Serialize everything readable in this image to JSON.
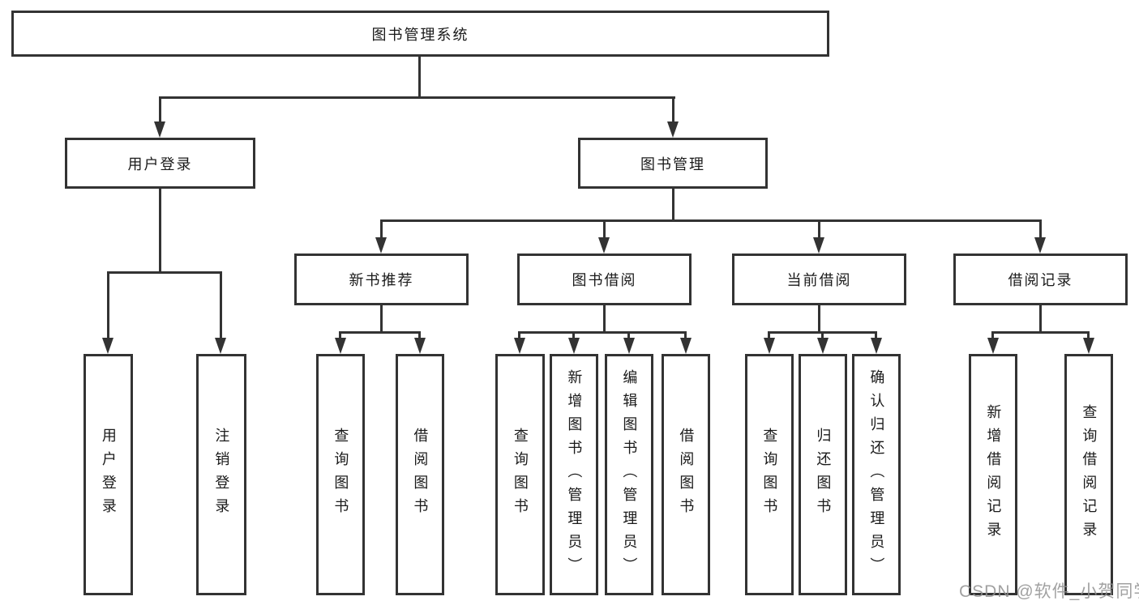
{
  "watermark": "CSDN @软件_小贺同学",
  "colors": {
    "line": "#333333",
    "text": "#1a1a1a",
    "box_background": "#ffffff",
    "watermark": "#919191"
  },
  "hierarchy": {
    "label": "图书管理系统",
    "children": [
      {
        "label": "用户登录",
        "children": [
          {
            "label": "用户登录"
          },
          {
            "label": "注销登录"
          }
        ]
      },
      {
        "label": "图书管理",
        "children": [
          {
            "label": "新书推荐",
            "children": [
              {
                "label": "查询图书"
              },
              {
                "label": "借阅图书"
              }
            ]
          },
          {
            "label": "图书借阅",
            "children": [
              {
                "label": "查询图书"
              },
              {
                "label": "新增图书（管理员）"
              },
              {
                "label": "编辑图书（管理员）"
              },
              {
                "label": "借阅图书"
              }
            ]
          },
          {
            "label": "当前借阅",
            "children": [
              {
                "label": "查询图书"
              },
              {
                "label": "归还图书"
              },
              {
                "label": "确认归还（管理员）"
              }
            ]
          },
          {
            "label": "借阅记录",
            "children": [
              {
                "label": "新增借阅记录"
              },
              {
                "label": "查询借阅记录"
              }
            ]
          }
        ]
      }
    ]
  }
}
